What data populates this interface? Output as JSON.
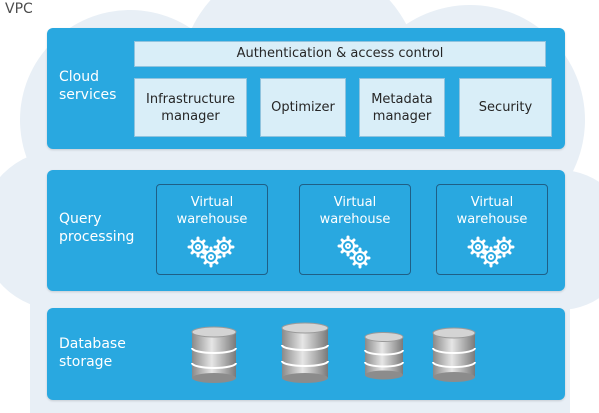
{
  "vpc_label": "VPC",
  "cloud_services": {
    "label_lines": [
      "Cloud",
      "services"
    ],
    "auth_bar": "Authentication & access control",
    "services": [
      {
        "lines": [
          "Infrastructure",
          "manager"
        ]
      },
      {
        "lines": [
          "Optimizer"
        ]
      },
      {
        "lines": [
          "Metadata",
          "manager"
        ]
      },
      {
        "lines": [
          "Security"
        ]
      }
    ]
  },
  "query_processing": {
    "label_lines": [
      "Query",
      "processing"
    ],
    "warehouses": [
      {
        "lines": [
          "Virtual",
          "warehouse"
        ],
        "icon": "gears-icon"
      },
      {
        "lines": [
          "Virtual",
          "warehouse"
        ],
        "icon": "gears-icon"
      },
      {
        "lines": [
          "Virtual",
          "warehouse"
        ],
        "icon": "gears-icon"
      }
    ]
  },
  "database_storage": {
    "label_lines": [
      "Database",
      "storage"
    ],
    "icons": [
      "database-icon",
      "database-icon",
      "database-icon",
      "database-icon"
    ]
  },
  "colors": {
    "layer_blue": "#29a8e0",
    "box_fill": "#d9eef8",
    "cloud_bg": "#e6eef6"
  }
}
